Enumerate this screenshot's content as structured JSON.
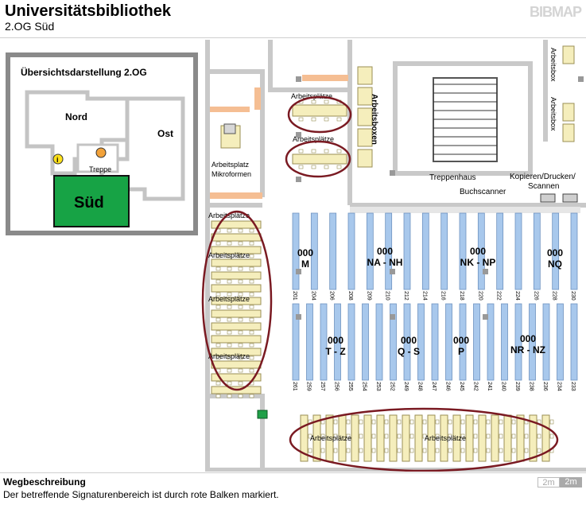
{
  "header": {
    "title": "Universitätsbibliothek",
    "subtitle": "2.OG Süd",
    "logo": "BIBMAP"
  },
  "overview": {
    "title": "Übersichtsdarstellung 2.OG",
    "areas": {
      "nord": "Nord",
      "ost": "Ost",
      "sued": "Süd",
      "treppe": "Treppe"
    },
    "highlight_color": "#17a345"
  },
  "rooms": {
    "arbeitsplaetze": "Arbeitsplätze",
    "mikroformen": [
      "Arbeitsplatz",
      "Mikroformen"
    ],
    "arbeitsboxen": "Arbeitsboxen",
    "arbeitsbox": "Arbeitsbox",
    "treppenhaus": "Treppenhaus",
    "buchscanner": "Buchscanner",
    "kopieren": [
      "Kopieren/Drucken/",
      "Scannen"
    ]
  },
  "shelf_sections": {
    "top": [
      {
        "num": "000",
        "label": "M"
      },
      {
        "num": "000",
        "label": "NA - NH"
      },
      {
        "num": "000",
        "label": "NK - NP"
      },
      {
        "num": "000",
        "label": "NQ"
      }
    ],
    "bottom": [
      {
        "num": "000",
        "label": "T - Z"
      },
      {
        "num": "000",
        "label": "Q - S"
      },
      {
        "num": "000",
        "label": "P"
      },
      {
        "num": "000",
        "label": "NR - NZ"
      }
    ]
  },
  "shelf_numbers": {
    "top": [
      "201",
      "204",
      "206",
      "208",
      "209",
      "210",
      "212",
      "214",
      "216",
      "218",
      "220",
      "222",
      "224",
      "226",
      "228",
      "230"
    ],
    "bottom": [
      "261",
      "259",
      "257",
      "256",
      "255",
      "254",
      "253",
      "252",
      "249",
      "248",
      "247",
      "246",
      "245",
      "242",
      "241",
      "240",
      "239",
      "238",
      "236",
      "234",
      "233"
    ]
  },
  "footer": {
    "heading": "Wegbeschreibung",
    "text": "Der betreffende Signaturenbereich ist durch rote Balken markiert."
  },
  "scale": [
    "2m",
    "2m"
  ],
  "colors": {
    "shelf": "#a8c8ec",
    "desk": "#f5eebc",
    "orange": "#f5be93",
    "marker": "#7a1a22",
    "wall": "#c9c9c9"
  }
}
